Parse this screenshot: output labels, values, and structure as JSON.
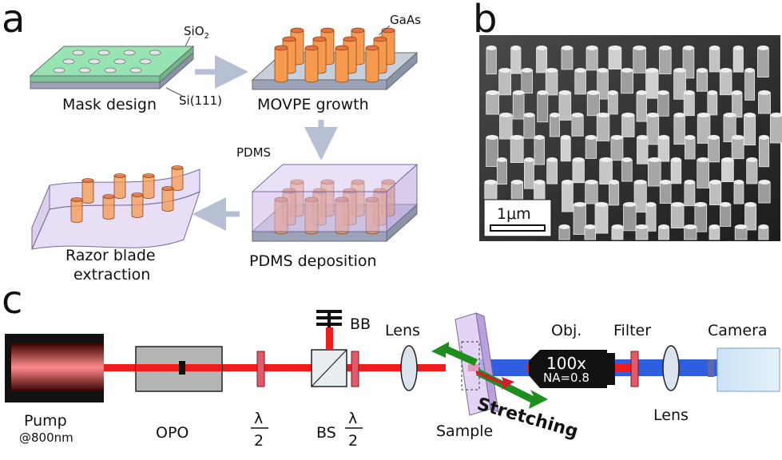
{
  "panels": {
    "a": {
      "letter": "a",
      "steps": {
        "mask_design": "Mask design",
        "movpe_growth": "MOVPE growth",
        "pdms_deposition": "PDMS deposition",
        "extraction_line1": "Razor blade",
        "extraction_line2": "extraction"
      },
      "materials": {
        "oxide_base": "SiO",
        "oxide_sub": "2",
        "substrate": "Si(111)",
        "nanowire": "GaAs",
        "polymer": "PDMS"
      }
    },
    "b": {
      "letter": "b",
      "scalebar_label": "1μm"
    },
    "c": {
      "letter": "c",
      "labels": {
        "pump_line1": "Pump",
        "pump_line2": "@800nm",
        "opo": "OPO",
        "waveplate1_num": "λ",
        "waveplate1_den": "2",
        "bs": "BS",
        "waveplate2_num": "λ",
        "waveplate2_den": "2",
        "bb": "BB",
        "lens1": "Lens",
        "sample": "Sample",
        "stretching": "Stretching",
        "obj": "Obj.",
        "obj_mag": "100x",
        "obj_na": "NA=0.8",
        "filter": "Filter",
        "lens2": "Lens",
        "camera": "Camera"
      }
    }
  },
  "colors": {
    "laser": "#ee1c1c",
    "emission": "#2f5fe0",
    "nanowire": "#f59a4f",
    "substrate_green": "#98e3b2",
    "substrate_gray": "#9aa3b8",
    "pdms": "#cdb6ea",
    "arrow_gray": "#b7bfd3",
    "stretch_red": "#d81b2a",
    "stretch_green": "#1e8f1e"
  }
}
